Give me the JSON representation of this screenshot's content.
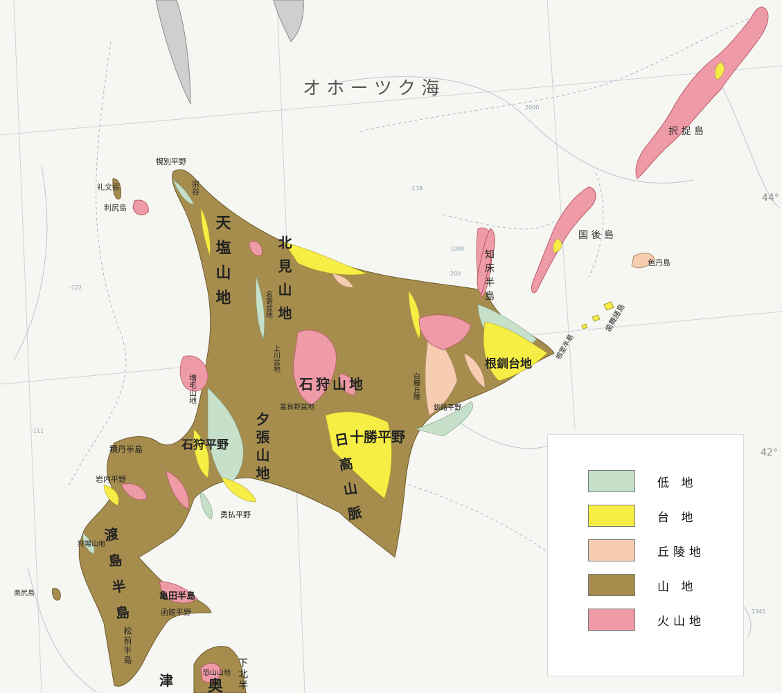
{
  "labels": {
    "sea": "オ ホ ー ツ ク 海",
    "etorofu": "択 捉 島",
    "kunashiri": "国 後 島",
    "shikotan": "色丹島",
    "habomai": "歯舞諸島",
    "nemuro_hanto": "根室半島",
    "rebun": "礼文島",
    "rishiri": "利尻島",
    "okushiri": "奥尻島",
    "horobetsu": "幌別平野",
    "soya": "宗谷",
    "teshio_sanchi": "天塩山地",
    "kitami_sanchi": "北見山地",
    "shiretoko": "知床半島",
    "konsen": "根釧台地",
    "ishikari_sanchi": "石狩山地",
    "mashike": "増毛山地",
    "ishikari_heiya": "石狩平野",
    "yubari": "夕張山地",
    "hidaka": "日高山脈",
    "tokachi": "十勝平野",
    "shiranuka": "白糠丘陵",
    "kushiro": "釧路平野",
    "furano": "富良野盆地",
    "kamikawa": "上川盆地",
    "nayoro": "名寄盆地",
    "shakotan": "積丹半島",
    "iwanai": "岩内平野",
    "yufutsu": "勇払平野",
    "karibayama": "狩場山地",
    "oshima": "渡島半島",
    "kameda": "亀田半島",
    "hakodate": "函館平野",
    "matsumae": "松前半島",
    "osorezan": "恐山山地",
    "shimokita": "下北半",
    "tsu": "津",
    "oku": "奥",
    "depth_2000": "2000",
    "depth_1000": "1000",
    "depth_200": "200",
    "depth_138": "-138",
    "depth_122": "-122",
    "depth_111": "-111",
    "lat_44": "44°",
    "lat_42": "42°",
    "depth_1345": "1345"
  },
  "legend": [
    {
      "label": "低 地",
      "color": "#c6e0c9"
    },
    {
      "label": "台 地",
      "color": "#f7ee45"
    },
    {
      "label": "丘陵地",
      "color": "#f6cdb1"
    },
    {
      "label": "山 地",
      "color": "#a68d4e"
    },
    {
      "label": "火山地",
      "color": "#ef9aa7"
    }
  ],
  "colors": {
    "sea": "#f6f6f2",
    "lowland": "#c6e0c9",
    "plateau": "#f7ee45",
    "hill": "#f6cdb1",
    "mountain": "#a68d4e",
    "volcanic": "#ef9aa7",
    "sakhalin": "#cfcfcf"
  }
}
